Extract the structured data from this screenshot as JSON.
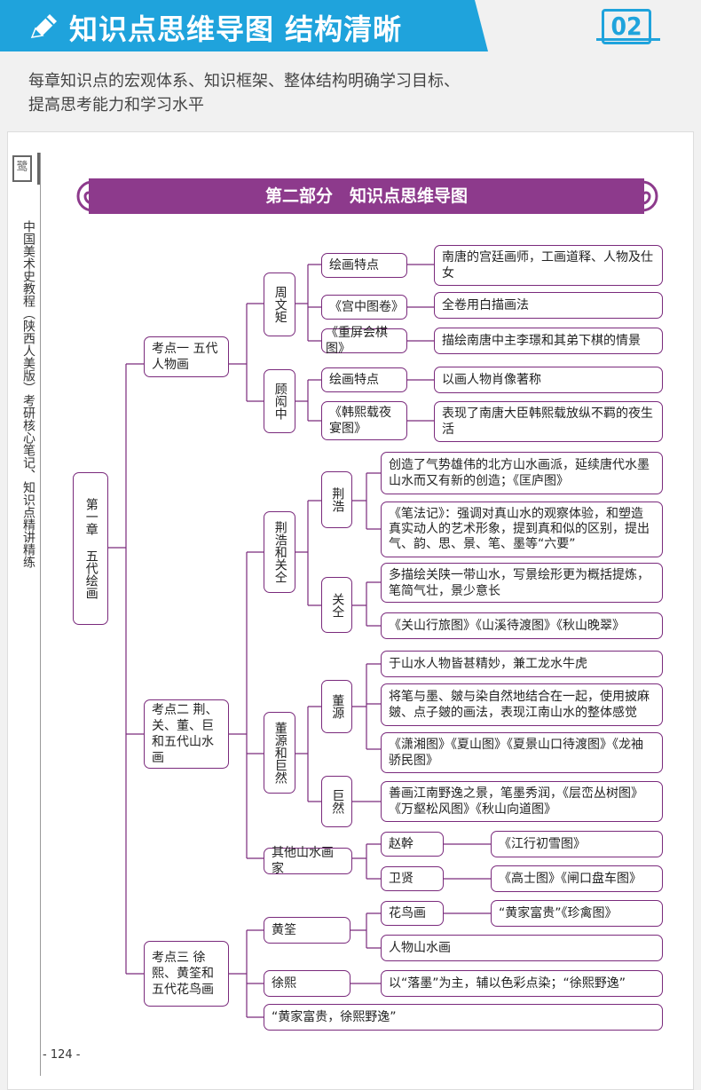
{
  "header": {
    "title": "知识点思维导图 结构清晰",
    "badge": "02",
    "intro_line1": "每章知识点的宏观体系、知识框架、整体结构明确学习目标、",
    "intro_line2": "提高思考能力和学习水平"
  },
  "sidebar": {
    "logo": "鹭",
    "book_title": "中国美术史教程（陕西人美版）考研核心笔记、知识点精讲精练"
  },
  "section_title": "第二部分　知识点思维导图",
  "mindmap": {
    "chapter": "第一章 五代绘画",
    "kaodian1": "考点一 五代人物画",
    "zhouwenju": "周文矩",
    "zwj_huihua": "绘画特点",
    "zwj_huihua_desc": "南唐的宫廷画师，工画道释、人物及仕女",
    "zwj_gongzhong": "《宫中图卷》",
    "zwj_gongzhong_desc": "全卷用白描画法",
    "zwj_chongping": "《重屏会棋图》",
    "zwj_chongping_desc": "描绘南唐中主李璟和其弟下棋的情景",
    "guhongzhong": "顾闳中",
    "ghz_huihua": "绘画特点",
    "ghz_huihua_desc": "以画人物肖像著称",
    "ghz_hanxizai": "《韩熙载夜宴图》",
    "ghz_hanxizai_desc": "表现了南唐大臣韩熙载放纵不羁的夜生活",
    "kaodian2": "考点二 荆、关、董、巨和五代山水画",
    "jingguan": "荆浩和关仝",
    "jinghao": "荆浩",
    "jinghao_desc1": "创造了气势雄伟的北方山水画派，延续唐代水墨山水而又有新的创造；《匡庐图》",
    "jinghao_desc2": "《笔法记》：强调对真山水的观察体验，和塑造真实动人的艺术形象，提到真和似的区别，提出气、韵、思、景、笔、墨等“六要”",
    "guantong": "关仝",
    "guantong_desc1": "多描绘关陕一带山水，写景绘形更为概括提炼，笔简气壮，景少意长",
    "guantong_desc2": "《关山行旅图》《山溪待渡图》《秋山晚翠》",
    "dongju": "董源和巨然",
    "dongyuan": "董源",
    "dongyuan_desc1": "于山水人物皆甚精妙，兼工龙水牛虎",
    "dongyuan_desc2": "将笔与墨、皴与染自然地结合在一起，使用披麻皴、点子皴的画法，表现江南山水的整体感觉",
    "dongyuan_desc3": "《潇湘图》《夏山图》《夏景山口待渡图》《龙袖骄民图》",
    "juran": "巨然",
    "juran_desc": "善画江南野逸之景，笔墨秀润，《层峦丛树图》《万壑松风图》《秋山向道图》",
    "qita": "其他山水画家",
    "zhaogan": "赵幹",
    "zhaogan_desc": "《江行初雪图》",
    "weixian": "卫贤",
    "weixian_desc": "《高士图》《闸口盘车图》",
    "kaodian3": "考点三 徐熙、黄筌和五代花鸟画",
    "huangquan": "黄筌",
    "hq_huaniao": "花鸟画",
    "hq_huaniao_desc": "“黄家富贵”《珍禽图》",
    "hq_renwu": "人物山水画",
    "xuxi": "徐熙",
    "xuxi_desc": "以“落墨”为主，辅以色彩点染；“徐熙野逸”",
    "summary": "“黄家富贵，徐熙野逸”"
  },
  "footer": {
    "page_number": "- 124 -"
  },
  "colors": {
    "banner_blue": "#1fa3dc",
    "section_purple": "#8d3a8c",
    "node_border": "#7a2a7c"
  }
}
